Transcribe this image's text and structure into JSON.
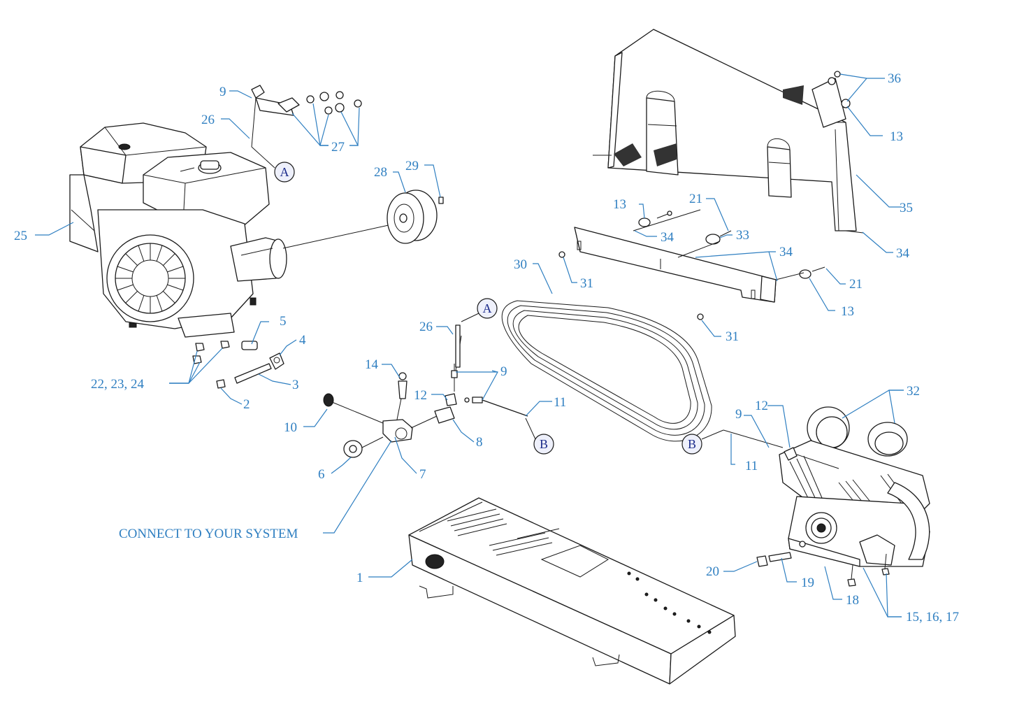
{
  "callouts": {
    "c1": "1",
    "c2": "2",
    "c3": "3",
    "c4": "4",
    "c5": "5",
    "c6": "6",
    "c7": "7",
    "c8": "8",
    "c9_top": "9",
    "c9_mid": "9",
    "c9_right": "9",
    "c10": "10",
    "c11_mid": "11",
    "c11_right": "11",
    "c12_mid": "12",
    "c12_right": "12",
    "c13_guard": "13",
    "c13_bracket": "13",
    "c13_lower": "13",
    "c14": "14",
    "c15": "15, 16, 17",
    "c18": "18",
    "c19": "19",
    "c20": "20",
    "c21_upper": "21",
    "c21_lower": "21",
    "c22": "22, 23, 24",
    "c25": "25",
    "c26_top": "26",
    "c26_mid": "26",
    "c27": "27",
    "c28": "28",
    "c29": "29",
    "c30": "30",
    "c31_upper": "31",
    "c31_lower": "31",
    "c32": "32",
    "c33": "33",
    "c34_bracket": "34",
    "c34_mid": "34",
    "c34_guard": "34",
    "c35": "35",
    "c36": "36"
  },
  "connectors": {
    "a_top": "A",
    "a_mid": "A",
    "b_mid": "B",
    "b_right": "B"
  },
  "note": "CONNECT TO YOUR SYSTEM",
  "colors": {
    "callout": "#2f7fc1",
    "line_art": "#1a1a1a",
    "connector_text": "#1a2a8a"
  }
}
